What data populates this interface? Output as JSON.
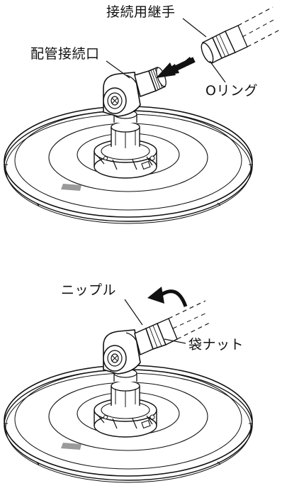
{
  "top_panel": {
    "label_connection_fitting": "接続用継手",
    "label_pipe_connection_port": "配管接続口",
    "label_o_ring": "Oリング"
  },
  "bottom_panel": {
    "label_nipple": "ニップル",
    "label_cap_nut": "袋ナット"
  }
}
